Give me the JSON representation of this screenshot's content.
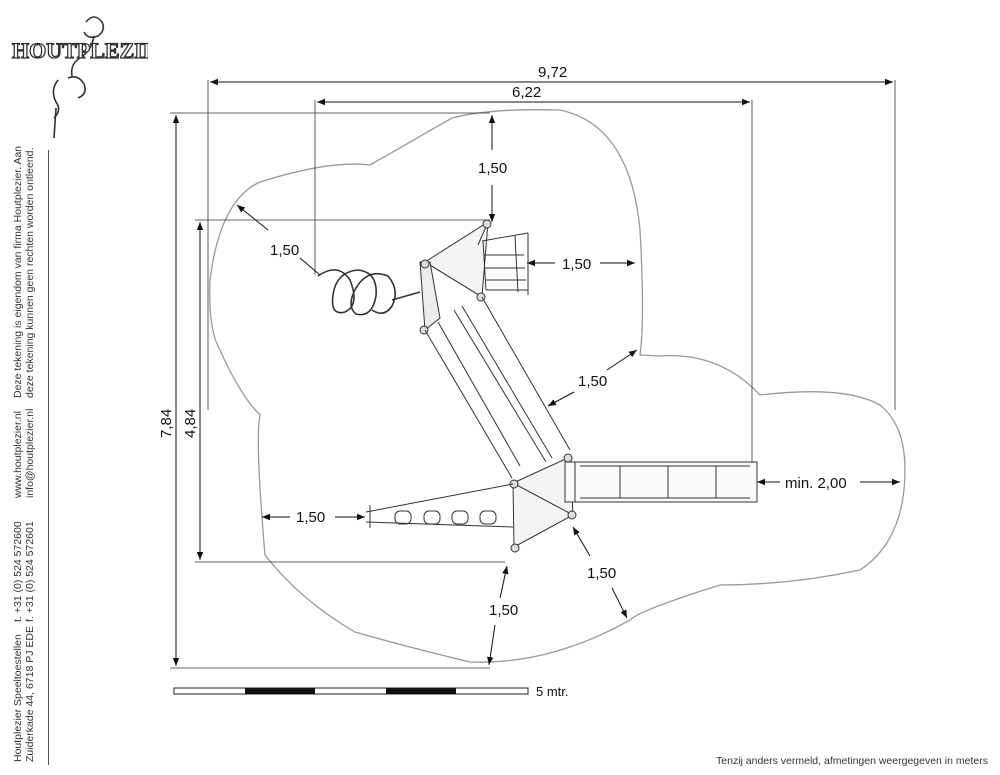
{
  "brand": {
    "logo_text": "HOUTPLEZIER"
  },
  "sidebar": {
    "company": [
      "Houtplezier Speeltoestellen",
      "Zuiderkade 44, 6718 PJ EDE"
    ],
    "phones": [
      "t. +31 (0) 524 572600",
      "f. +31 (0) 524 572601"
    ],
    "web": [
      "www.houtplezier.nl",
      "info@houtplezier.nl"
    ],
    "disclaimer": [
      "Deze tekening is eigendom van firma Houtplezier. Aan",
      "deze tekening kunnen geen rechten worden ontleend."
    ]
  },
  "dimensions": {
    "total_width": "9,72",
    "inner_width": "6,22",
    "total_height": "7,84",
    "inner_height": "4,84",
    "zone_top": "1,50",
    "zone_top_left": "1,50",
    "zone_right_ladder": "1,50",
    "zone_right_middle": "1,50",
    "zone_left_bridge": "1,50",
    "zone_bottom": "1,50",
    "zone_bottom_right": "1,50",
    "slide_exit": "min. 2,00"
  },
  "scale": {
    "label": "5 mtr."
  },
  "footer": {
    "note": "Tenzij anders vermeld, afmetingen weergegeven in meters"
  }
}
